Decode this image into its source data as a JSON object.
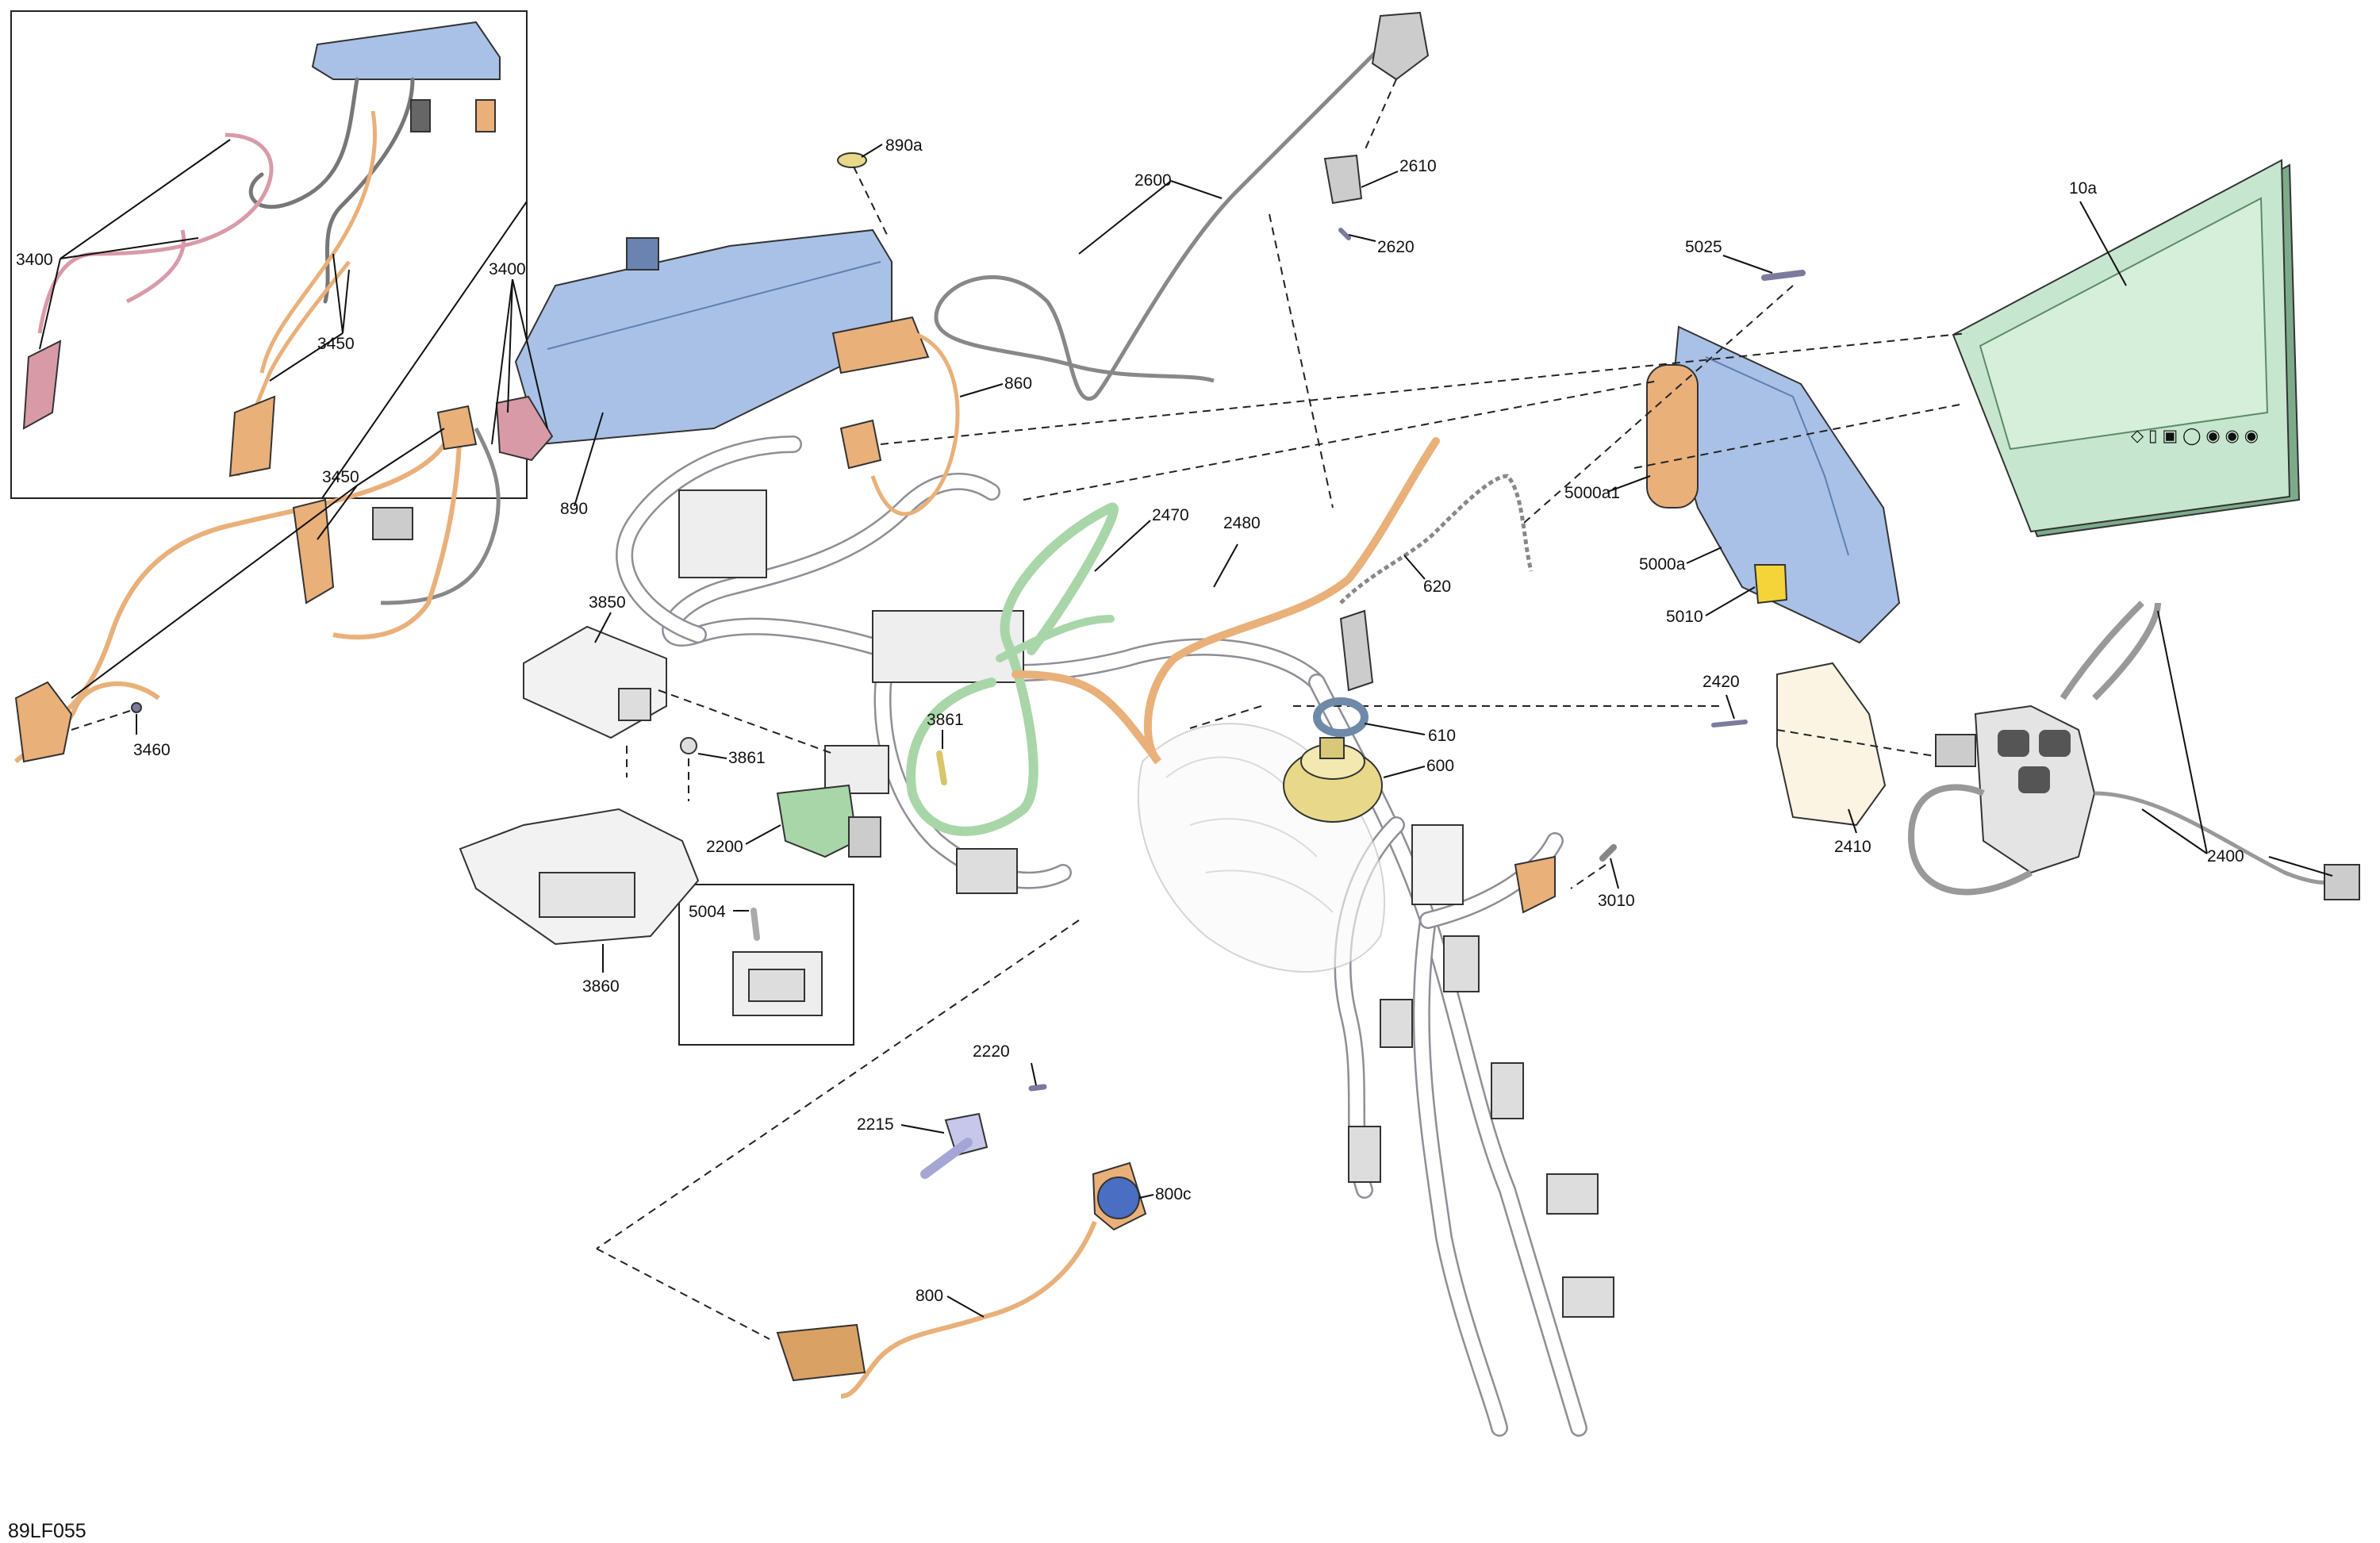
{
  "diagram_code": "89LF055",
  "colors": {
    "orange": "#e9b07a",
    "green": "#a9d6a9",
    "blue": "#a9c1e6",
    "pink": "#d99aa8",
    "yellow": "#e8d98a",
    "gray": "#c9c9cc"
  },
  "callouts": {
    "c10a": "10a",
    "c2600": "2600",
    "c2610": "2610",
    "c2620": "2620",
    "c890a": "890a",
    "c890": "890",
    "c860": "860",
    "c5025": "5025",
    "c5000a1": "5000a1",
    "c5000a": "5000a",
    "c5010": "5010",
    "c3400_inset": "3400",
    "c3400": "3400",
    "c3450_inset": "3450",
    "c3450": "3450",
    "c3460": "3460",
    "c2470": "2470",
    "c2480": "2480",
    "c620": "620",
    "c610": "610",
    "c600": "600",
    "c3850": "3850",
    "c3861a": "3861",
    "c3861b": "3861",
    "c2200": "2200",
    "c3860": "3860",
    "c5004": "5004",
    "c2420": "2420",
    "c2410": "2410",
    "c2400": "2400",
    "c3010": "3010",
    "c2220": "2220",
    "c2215": "2215",
    "c800c": "800c",
    "c800": "800"
  }
}
